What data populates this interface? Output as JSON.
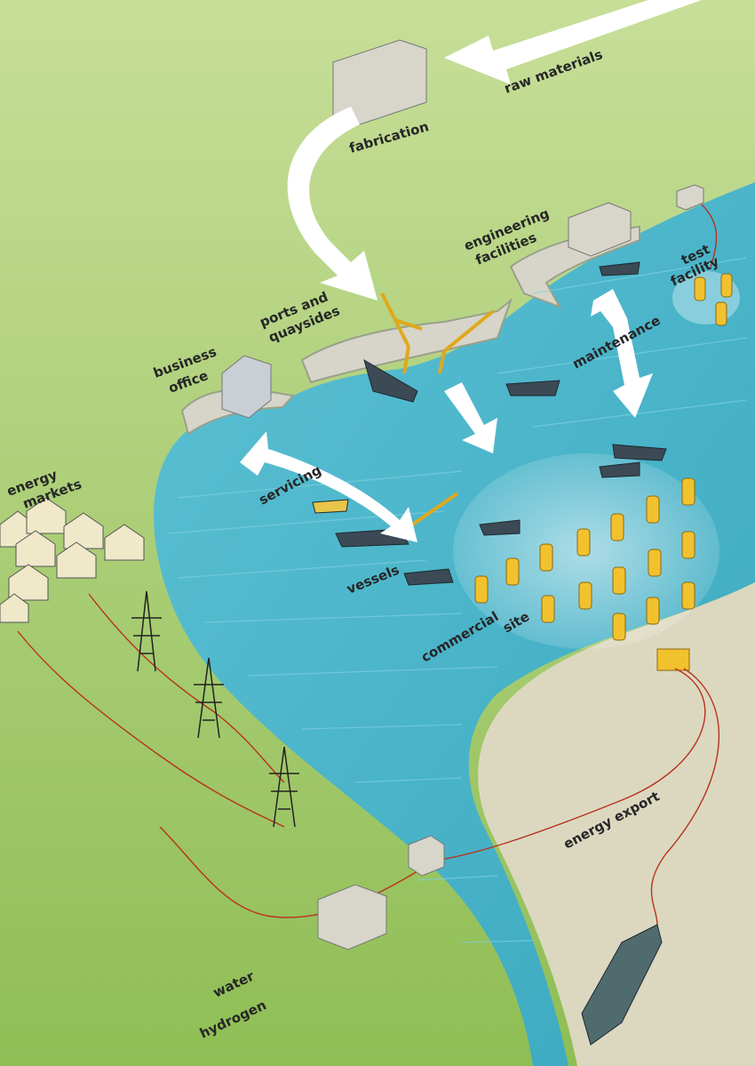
{
  "labels": {
    "raw_materials": "raw materials",
    "fabrication": "fabrication",
    "engineering_line1": "engineering",
    "engineering_line2": "facilities",
    "test_line1": "test",
    "test_line2": "facility",
    "ports_line1": "ports and",
    "ports_line2": "quaysides",
    "business_line1": "business",
    "business_line2": "office",
    "maintenance": "maintenance",
    "energy_markets_line1": "energy",
    "energy_markets_line2": "markets",
    "servicing": "servicing",
    "vessels": "vessels",
    "commercial_line1": "commercial",
    "commercial_line2": "site",
    "energy_export": "energy export",
    "water": "water",
    "hydrogen": "hydrogen"
  },
  "colors": {
    "land_far": "#c7de98",
    "land_near": "#8fbe55",
    "water": "#49b7cc",
    "sand": "#dcd8c0",
    "quay": "#d7d5c9",
    "arrow": "#ffffff",
    "device": "#f2c12e",
    "cable": "#b8321f"
  }
}
